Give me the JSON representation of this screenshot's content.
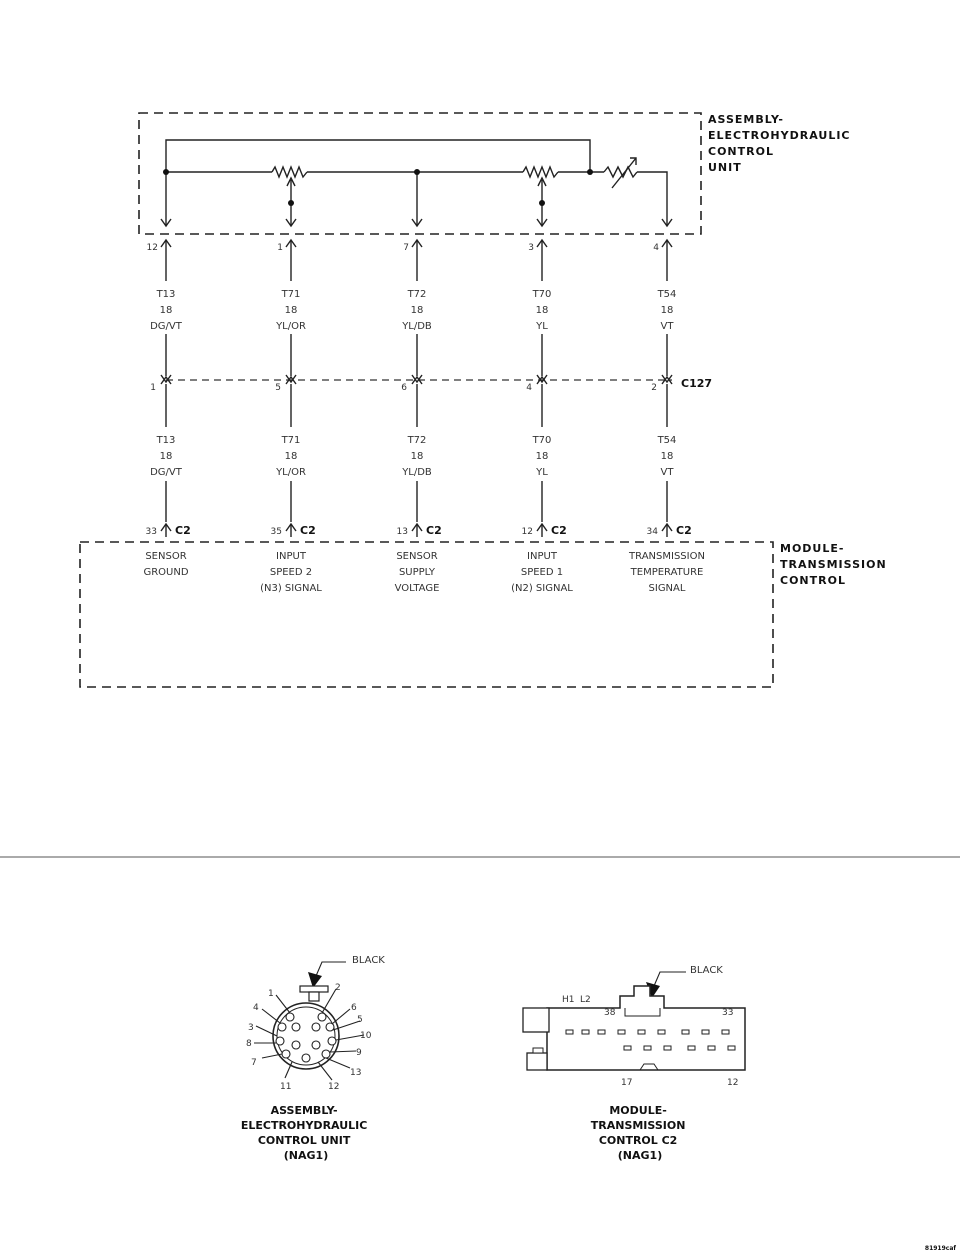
{
  "ecu_box": {
    "label": [
      "ASSEMBLY-",
      "ELECTROHYDRAULIC",
      "CONTROL",
      "UNIT"
    ]
  },
  "tcm_box": {
    "label": [
      "MODULE-",
      "TRANSMISSION",
      "CONTROL"
    ]
  },
  "inline_connector": {
    "name": "C127"
  },
  "circuits": [
    {
      "ecu_pin": "12",
      "c127_pin": "1",
      "tcm_pin": "33",
      "tcm_conn": "C2",
      "circuit": "T13",
      "gauge": "18",
      "color": "DG/VT",
      "function": [
        "SENSOR",
        "GROUND"
      ]
    },
    {
      "ecu_pin": "1",
      "c127_pin": "5",
      "tcm_pin": "35",
      "tcm_conn": "C2",
      "circuit": "T71",
      "gauge": "18",
      "color": "YL/OR",
      "function": [
        "INPUT",
        "SPEED 2",
        "(N3) SIGNAL"
      ]
    },
    {
      "ecu_pin": "7",
      "c127_pin": "6",
      "tcm_pin": "13",
      "tcm_conn": "C2",
      "circuit": "T72",
      "gauge": "18",
      "color": "YL/DB",
      "function": [
        "SENSOR",
        "SUPPLY",
        "VOLTAGE"
      ]
    },
    {
      "ecu_pin": "3",
      "c127_pin": "4",
      "tcm_pin": "12",
      "tcm_conn": "C2",
      "circuit": "T70",
      "gauge": "18",
      "color": "YL",
      "function": [
        "INPUT",
        "SPEED 1",
        "(N2) SIGNAL"
      ]
    },
    {
      "ecu_pin": "4",
      "c127_pin": "2",
      "tcm_pin": "34",
      "tcm_conn": "C2",
      "circuit": "T54",
      "gauge": "18",
      "color": "VT",
      "function": [
        "TRANSMISSION",
        "TEMPERATURE",
        "SIGNAL"
      ]
    }
  ],
  "connector_views": [
    {
      "color_label": "BLACK",
      "caption": [
        "ASSEMBLY-",
        "ELECTROHYDRAULIC",
        "CONTROL UNIT",
        "(NAG1)"
      ],
      "pin_numbers": [
        "1",
        "2",
        "3",
        "4",
        "5",
        "6",
        "7",
        "8",
        "9",
        "10",
        "11",
        "12",
        "13"
      ]
    },
    {
      "color_label": "BLACK",
      "caption": [
        "MODULE-",
        "TRANSMISSION",
        "CONTROL C2",
        "(NAG1)"
      ],
      "pin_labels": {
        "h1": "H1",
        "l2": "L2",
        "p38": "38",
        "p33": "33",
        "p17": "17",
        "p12": "12"
      }
    }
  ],
  "figure_code": "81919caf"
}
